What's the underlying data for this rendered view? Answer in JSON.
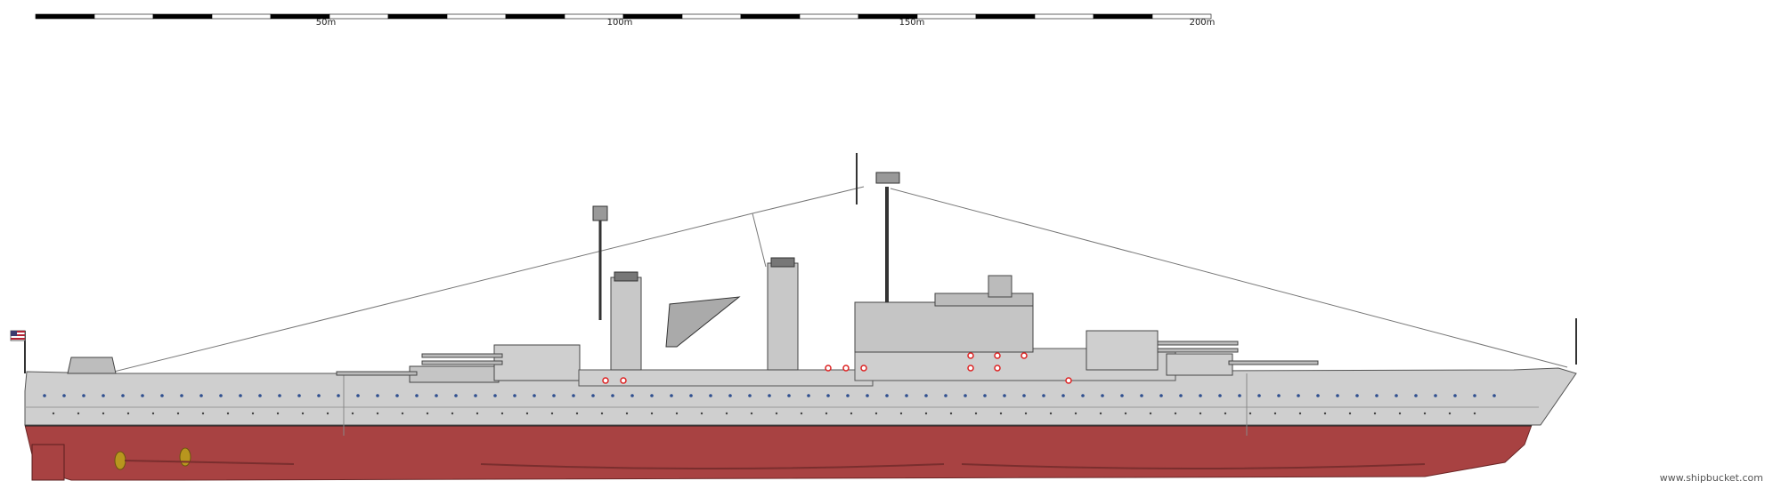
{
  "scale": {
    "labels": [
      "50m",
      "100m",
      "150m",
      "200m"
    ]
  },
  "colors": {
    "hull_grey": "#cfcfcf",
    "hull_red": "#a84242",
    "boot_top": "#1a1a1a",
    "deck_dark": "#8a8a8a",
    "porthole": "#2f4f8f",
    "propeller": "#b8961e",
    "rigging": "#777777"
  },
  "flag": {
    "icon": "us-flag-icon"
  },
  "watermark": {
    "text": "www.shipbucket.com"
  }
}
